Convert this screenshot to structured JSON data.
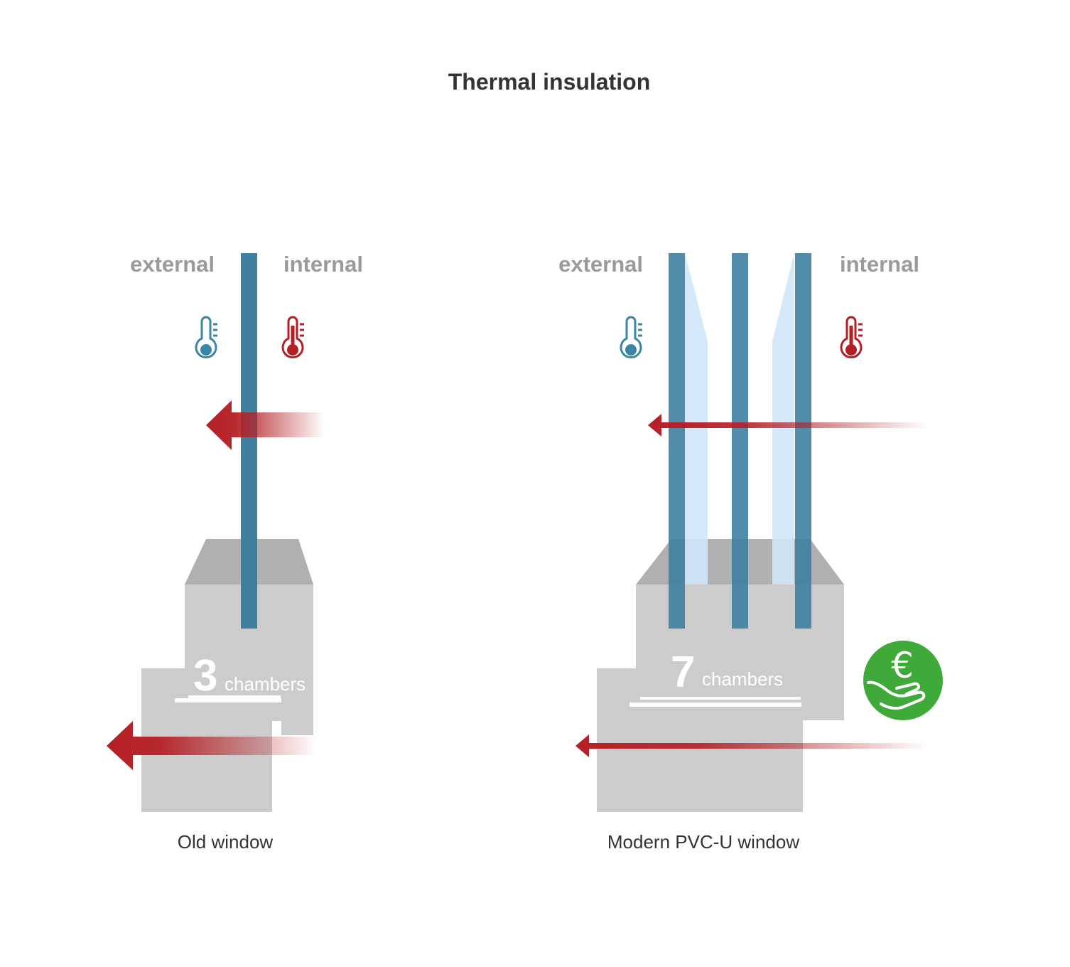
{
  "title": "Thermal insulation",
  "colors": {
    "glass": "#3f809e",
    "glass_light": "#cfe7f8",
    "frame": "#cccccc",
    "frame_top": "#b0b0b0",
    "heat_arrow": "#b41f24",
    "cold": "#3a86a6",
    "warm": "#b41f24",
    "savings": "#3faa3a"
  },
  "old_window": {
    "external_label": "external",
    "internal_label": "internal",
    "chambers_number": "3",
    "chambers_word": "chambers",
    "caption": "Old window",
    "icons": [
      "thermometer-cold-icon",
      "thermometer-warm-icon"
    ]
  },
  "modern_window": {
    "external_label": "external",
    "internal_label": "internal",
    "chambers_number": "7",
    "chambers_word": "chambers",
    "caption": "Modern PVC-U window",
    "icons": [
      "thermometer-cold-icon",
      "thermometer-warm-icon",
      "euro-hand-savings-icon"
    ],
    "euro_symbol": "€"
  }
}
